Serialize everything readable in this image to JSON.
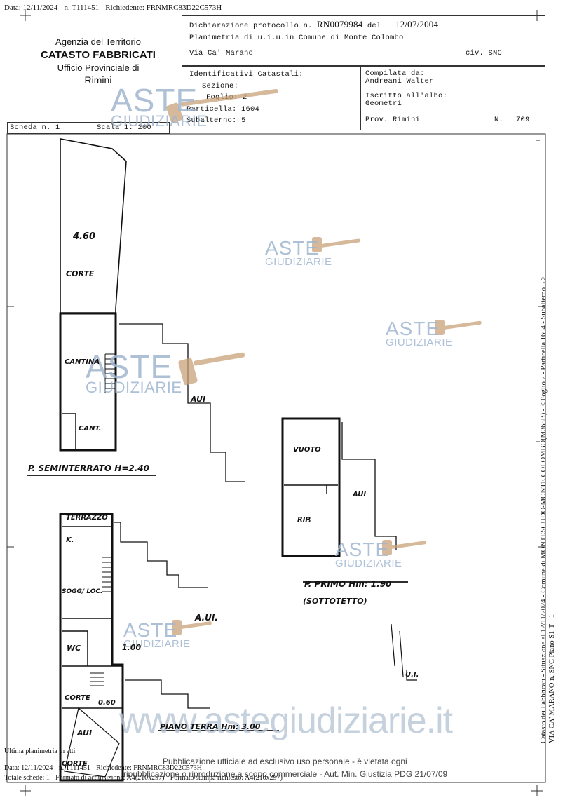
{
  "header_stamp": "Data: 12/11/2024 - n. T111451 - Richiedente: FRNMRC83D22C573H",
  "agency": {
    "line1": "Agenzia del Territorio",
    "line2": "CATASTO FABBRICATI",
    "line3": "Ufficio Provinciale di",
    "line4": "Rimini"
  },
  "protocol": {
    "label": "Dichiarazione protocollo n.",
    "number": "RN0079984",
    "del_label": "del",
    "date": "12/07/2004",
    "plan_line": "Planimetria di u.i.u.in Comune di Monte Colombo",
    "address": "Via Ca' Marano",
    "civ": "civ. SNC"
  },
  "identifiers": {
    "title": "Identificativi Catastali:",
    "sezione": "Sezione:",
    "foglio": "Foglio: 2",
    "particella": "Particella: 1604",
    "subalterno": "Subalterno: 5"
  },
  "compiler": {
    "compilata_label": "Compilata da:",
    "name": "Andreani Walter",
    "albo_label": "Iscritto all'albo:",
    "albo": "Geometri",
    "prov": "Prov. Rimini",
    "n_label": "N.",
    "n_value": "709"
  },
  "scheda": {
    "scheda": "Scheda n. 1",
    "scala": "Scala 1: 200"
  },
  "plan_labels": {
    "corte_top_dim": "4.60",
    "corte_top": "CORTE",
    "cantina": "CANTINA",
    "cant": "CANT.",
    "aui_1": "AUI",
    "semi_title": "P. SEMINTERRATO H=2.40",
    "vuoto": "VUOTO",
    "rip": "RIP.",
    "aui_2": "AUI",
    "primo_title": "P. PRIMO Hm: 1.90",
    "sottotetto": "(SOTTOTETTO)",
    "terrazzo": "TERRAZZO",
    "k": "K.",
    "soggiorno": "SOGG/ LOC.",
    "wc": "WC",
    "dim_100": "1.00",
    "aui_3": "A.UI.",
    "corte_bottom": "CORTE",
    "dim_060": "0.60",
    "aui_4": "AUI",
    "corte_bottom_2": "CORTE",
    "terra_title": "PIANO TERRA Hm: 3.00",
    "ui": "U.I."
  },
  "watermarks": {
    "aste": "ASTE",
    "giudiziarie": "GIUDIZIARIE",
    "site": "www.astegiudiziarie.it"
  },
  "rotated_side": {
    "line1": "Catasto dei Fabbricati - Situazione al 12/11/2024 - Comune di MONTESCUDO-MONTE COLOMBO(M368B) - < Foglio 2 - Particella 1604 - Subalterno 5 >",
    "line2": "VIA CA' MARANO n. SNC Piano S1-T - 1"
  },
  "footer": {
    "ultima": "Ultima planimetria in atti",
    "stamp": "Data: 12/11/2024 - n. T111451 - Richiedente: FRNMRC83D22C573H",
    "totale": "Totale schede: 1 - Formato di acquisizione: A4(210x297) - Formato stampa richiesto: A4(210x297)",
    "pub1": "Pubblicazione ufficiale ad esclusivo uso personale - è vietata ogni",
    "pub2": "ripubblicazione o riproduzione a scopo commerciale - Aut. Min. Giustizia PDG 21/07/09"
  },
  "colors": {
    "watermark": "#9fb6cf",
    "gavel": "#c8a27a",
    "ink": "#111111"
  }
}
